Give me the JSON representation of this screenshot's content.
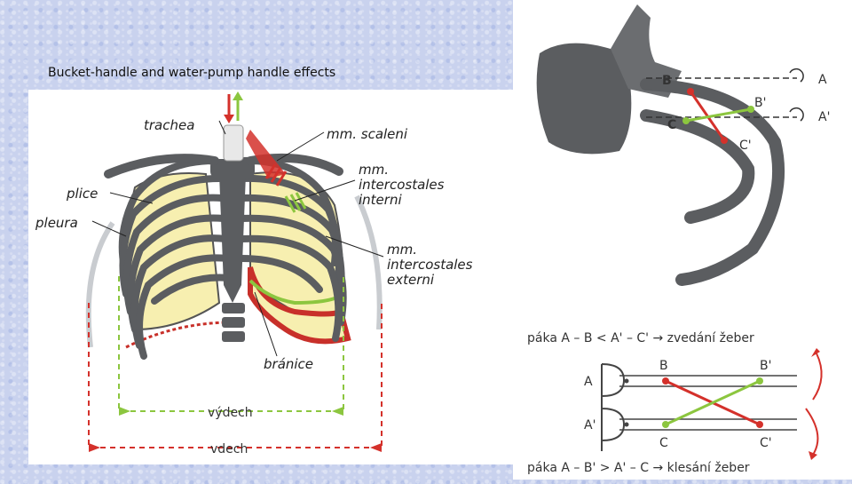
{
  "slide": {
    "title": "Bucket-handle and water-pump handle effects"
  },
  "chest_diagram": {
    "labels": {
      "trachea": "trachea",
      "scaleni": "mm. scaleni",
      "intercostales_interni": [
        "mm.",
        "intercostales",
        "interni"
      ],
      "intercostales_externi": [
        "mm.",
        "intercostales",
        "externi"
      ],
      "plice": "plice",
      "pleura": "pleura",
      "branice": "bránice",
      "vydech": "výdech",
      "vdech": "vdech"
    },
    "colors": {
      "bone": "#5b5d60",
      "lung": "#f7efb0",
      "red": "#d4312b",
      "green": "#8cc63f"
    }
  },
  "vertebra_diagram": {
    "points": {
      "A": "A",
      "A_prime": "A'",
      "B": "B",
      "B_prime": "B'",
      "C": "C",
      "C_prime": "C'"
    }
  },
  "lever_diagram": {
    "top_caption": "páka A – B < A' – C' → zvedání žeber",
    "bottom_caption": "páka A – B' > A' – C → klesání žeber",
    "labels": {
      "A": "A",
      "A_prime": "A'",
      "B": "B",
      "B_prime": "B'",
      "C": "C",
      "C_prime": "C'"
    }
  }
}
